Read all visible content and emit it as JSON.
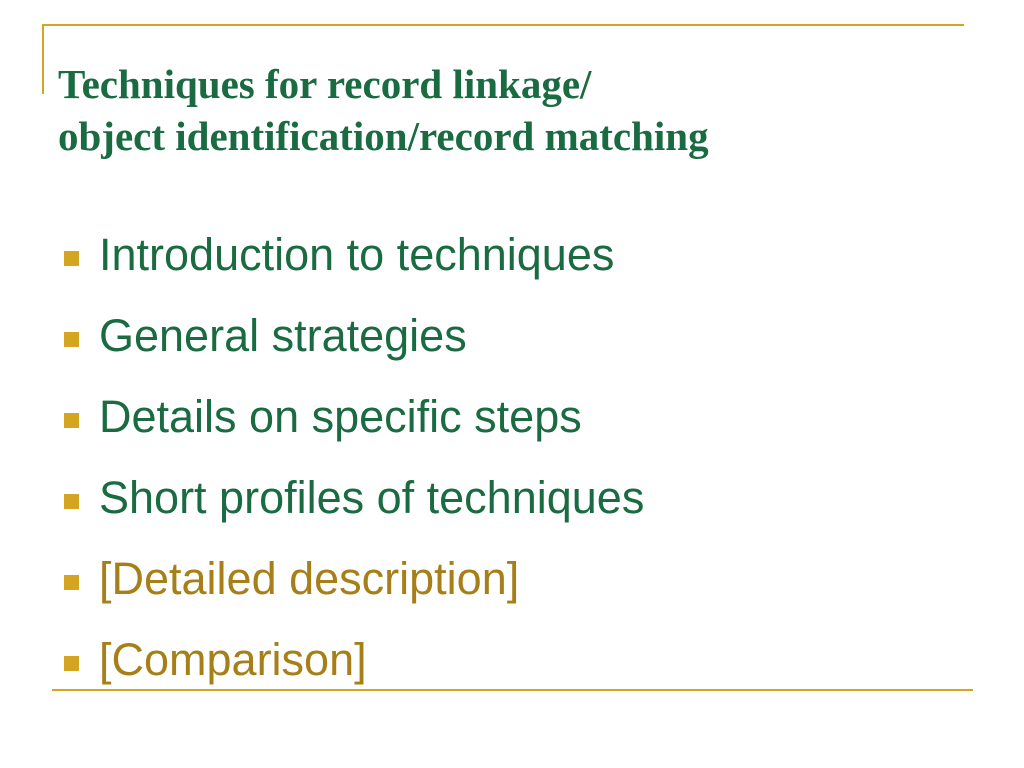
{
  "slide": {
    "title_lines": [
      "Techniques for record linkage/",
      "object identification/record matching"
    ],
    "bullets": [
      {
        "text": "Introduction to techniques",
        "style": "primary"
      },
      {
        "text": "General strategies",
        "style": "primary"
      },
      {
        "text": "Details on specific steps",
        "style": "primary"
      },
      {
        "text": "Short profiles of techniques",
        "style": "primary"
      },
      {
        "text": "[Detailed description]",
        "style": "secondary"
      },
      {
        "text": "[Comparison]",
        "style": "secondary"
      }
    ]
  },
  "colors": {
    "title": "#1a6b42",
    "bullet_primary": "#1a6b42",
    "bullet_secondary": "#a77f18",
    "accent": "#d4a520"
  },
  "icons": {
    "bullet_marker": "square-bullet-icon"
  }
}
